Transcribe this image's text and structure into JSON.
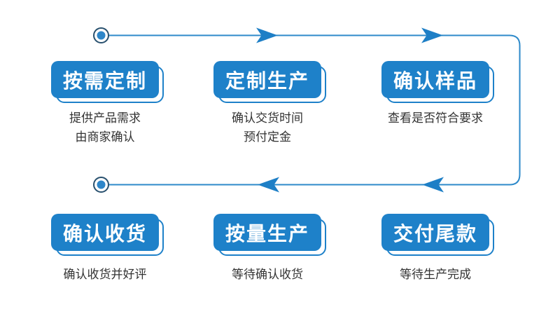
{
  "canvas": {
    "background": "#ffffff"
  },
  "colors": {
    "box_blue": "#1e81c9",
    "line_blue": "#2e8aca",
    "arrow_blue": "#1e7fc6",
    "circle_ring_navy": "#28506e",
    "circle_dot_blue": "#2e86c9",
    "desc_text": "#333333",
    "label_text": "#ffffff"
  },
  "flow": {
    "top_row": {
      "direction": "right",
      "steps": [
        {
          "label": "按需定制",
          "desc_line1": "提供产品需求",
          "desc_line2": "由商家确认"
        },
        {
          "label": "定制生产",
          "desc_line1": "确认交货时间",
          "desc_line2": "预付定金"
        },
        {
          "label": "确认样品",
          "desc_line1": "查看是否符合要求",
          "desc_line2": ""
        }
      ]
    },
    "bottom_row": {
      "direction": "left",
      "steps": [
        {
          "label": "确认收货",
          "desc_line1": "确认收货并好评",
          "desc_line2": ""
        },
        {
          "label": "按量生产",
          "desc_line1": "等待确认收货",
          "desc_line2": ""
        },
        {
          "label": "交付尾款",
          "desc_line1": "等待生产完成",
          "desc_line2": ""
        }
      ]
    }
  }
}
